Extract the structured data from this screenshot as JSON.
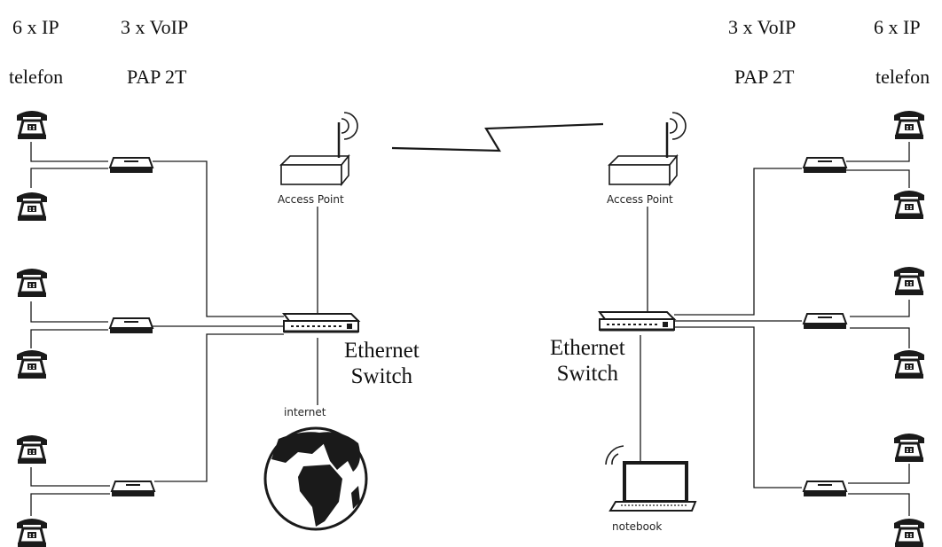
{
  "left": {
    "phones_header": [
      "6 x IP",
      "telefon"
    ],
    "adapters_header": [
      "3 x VoIP",
      "PAP 2T"
    ],
    "access_point_label": "Access Point",
    "switch_label": [
      "Ethernet",
      "Switch"
    ],
    "internet_label": "internet"
  },
  "right": {
    "phones_header": [
      "6 x IP",
      "telefon"
    ],
    "adapters_header": [
      "3 x VoIP",
      "PAP 2T"
    ],
    "access_point_label": "Access Point",
    "switch_label": [
      "Ethernet",
      "Switch"
    ],
    "notebook_label": "notebook"
  },
  "icons": {
    "phone": "telephone-icon",
    "adapter": "voip-adapter-icon",
    "access_point": "access-point-icon",
    "switch": "ethernet-switch-icon",
    "globe": "globe-icon",
    "notebook": "notebook-icon",
    "wireless_link": "wireless-link-icon"
  }
}
